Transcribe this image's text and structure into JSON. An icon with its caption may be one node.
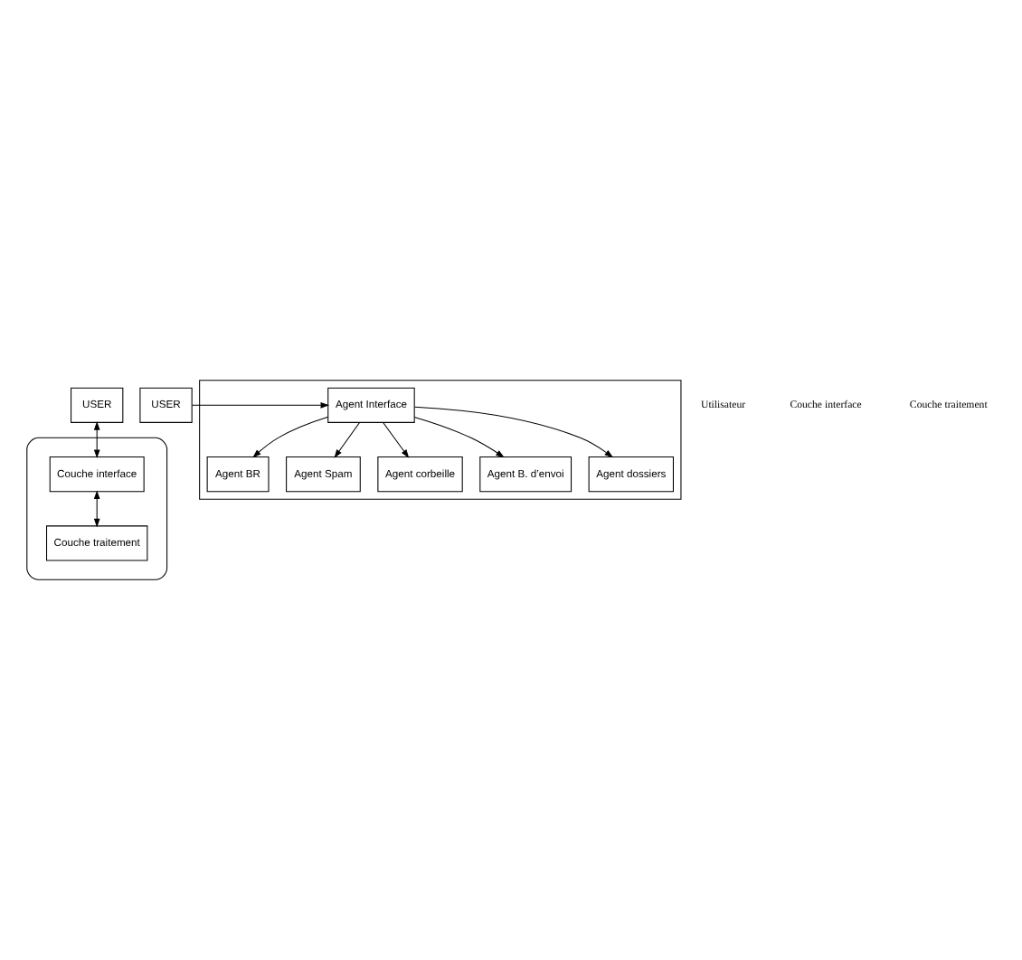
{
  "diagram": {
    "nodes": [
      {
        "text": [
          "USER"
        ]
      },
      {
        "text": [],
        "shape": "ellipse"
      },
      {
        "text": [
          "Couche interface"
        ],
        "in": 1
      },
      {
        "text": [
          "Couche traitement"
        ],
        "in": 1
      },
      {
        "text": [
          "USER"
        ]
      },
      {
        "text": [],
        "shape": "box"
      },
      {
        "text": [
          "Agent Interface"
        ],
        "in": 5
      },
      {
        "text": [
          "Agent BR"
        ],
        "in": 5
      },
      {
        "text": [
          "Agent Spam"
        ],
        "in": 5
      },
      {
        "text": [
          "Agent corbeille"
        ],
        "in": 5
      },
      {
        "text": [
          "Agent B. d’envoi"
        ],
        "in": 5
      },
      {
        "text": [
          "Agent dossiers"
        ],
        "in": 5
      }
    ],
    "edges": [
      {
        "from": 0,
        "to": 2,
        "arrow": "both"
      },
      {
        "from": 2,
        "to": 3,
        "arrow": "both"
      },
      {
        "from": 4,
        "to": 6,
        "arrow": "to"
      },
      {
        "from": 6,
        "to": 7,
        "arrow": "to"
      },
      {
        "from": 6,
        "to": 8,
        "arrow": "to"
      },
      {
        "from": 6,
        "to": 9,
        "arrow": "to"
      },
      {
        "from": 6,
        "to": 10,
        "arrow": "to"
      },
      {
        "from": 6,
        "to": 11,
        "arrow": "to"
      }
    ],
    "labels": [
      "Utilisateur",
      "Couche interface",
      "Couche traitement"
    ]
  }
}
